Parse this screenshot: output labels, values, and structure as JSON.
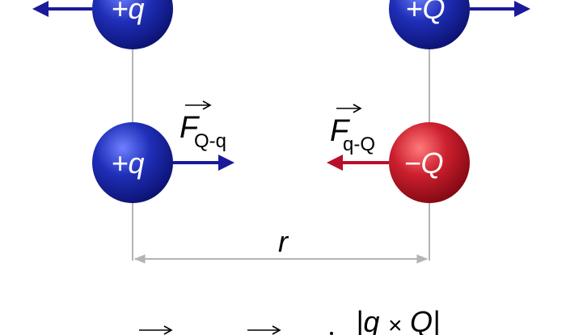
{
  "colors": {
    "positive_charge": "#1f2aa8",
    "negative_charge": "#c01428",
    "positive_arrow": "#1a1a9a",
    "negative_arrow": "#b8102a",
    "guide_line": "#b4b4b4",
    "text": "#000000"
  },
  "top_row": {
    "left_charge": "+q",
    "right_charge": "+Q"
  },
  "middle_row": {
    "left_charge": "+q",
    "right_charge": "−Q",
    "force_left": {
      "symbol": "F",
      "subscript": "Q-q"
    },
    "force_right": {
      "symbol": "F",
      "subscript": "q-Q"
    }
  },
  "distance_label": "r",
  "formula_visible": {
    "numerator_left": "|q",
    "times": "×",
    "numerator_right": "Q|"
  }
}
